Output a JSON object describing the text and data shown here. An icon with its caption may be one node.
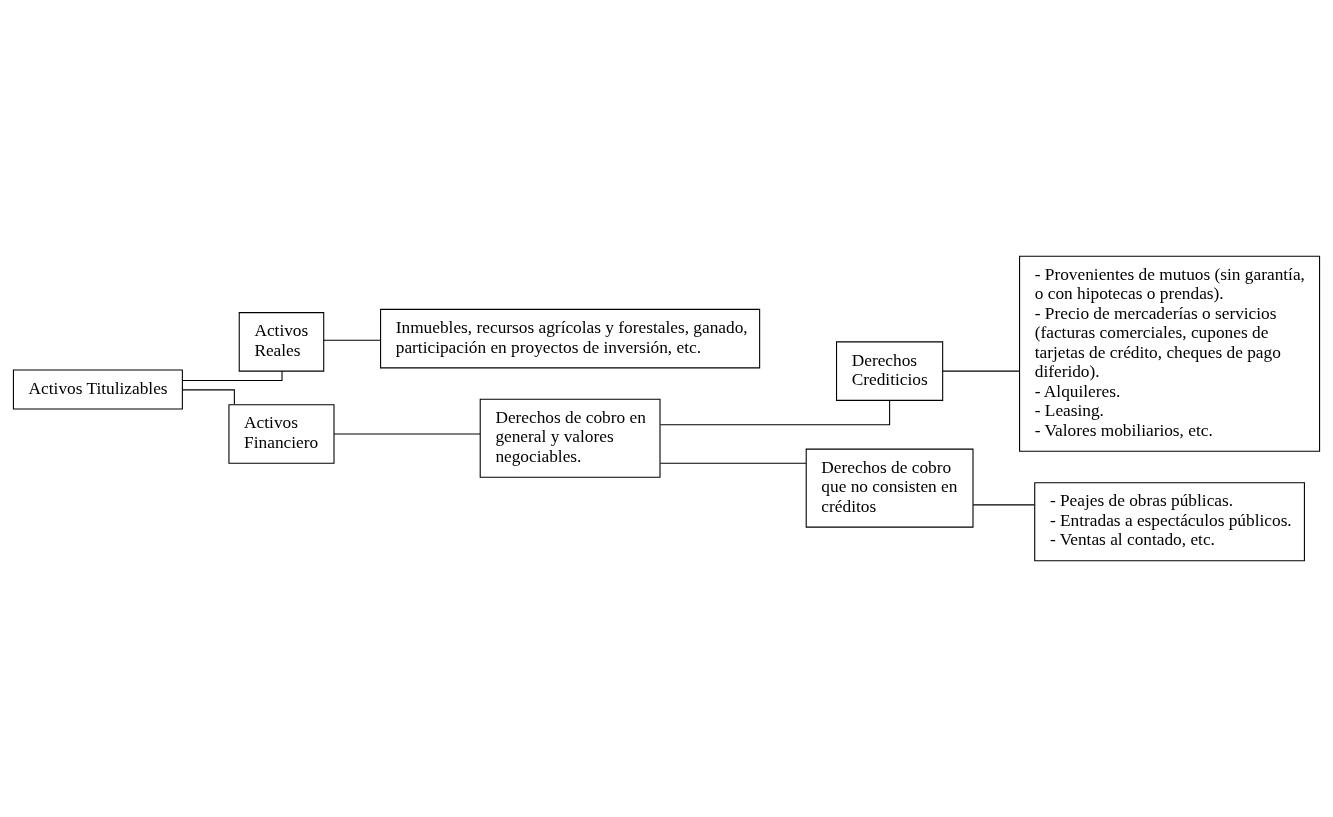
{
  "diagram": {
    "nodes": [
      {
        "text": [
          "Activos Titulizables"
        ]
      },
      {
        "text": [
          "Activos Reales"
        ]
      },
      {
        "text": [
          "Inmuebles, recursos agrícolas y forestales, ganado, participación en proyectos de inversión, etc."
        ]
      },
      {
        "text": [
          "Activos Financiero"
        ]
      },
      {
        "text": [
          "Derechos de cobro en general y valores negociables."
        ]
      },
      {
        "text": [
          "Derechos Crediticios"
        ]
      },
      {
        "text": [
          "- Provenientes de mutuos (sin garantía, o con hipotecas o prendas).",
          "- Precio de mercaderías o servicios (facturas comerciales, cupones de tarjetas de crédito, cheques de pago diferido).",
          "- Alquileres.",
          "- Leasing.",
          "- Valores mobiliarios, etc."
        ]
      },
      {
        "text": [
          "Derechos de cobro que no consisten en créditos"
        ]
      },
      {
        "text": [
          "- Peajes de obras públicas.",
          "- Entradas a espectáculos públicos.",
          "- Ventas al contado, etc."
        ]
      }
    ],
    "edges": [
      {
        "from": 0,
        "to": 1,
        "arrow": "none"
      },
      {
        "from": 0,
        "to": 3,
        "arrow": "none"
      },
      {
        "from": 1,
        "to": 2,
        "arrow": "none"
      },
      {
        "from": 3,
        "to": 4,
        "arrow": "none"
      },
      {
        "from": 4,
        "to": 5,
        "arrow": "none"
      },
      {
        "from": 4,
        "to": 7,
        "arrow": "none"
      },
      {
        "from": 5,
        "to": 6,
        "arrow": "none"
      },
      {
        "from": 7,
        "to": 8,
        "arrow": "none"
      }
    ]
  }
}
